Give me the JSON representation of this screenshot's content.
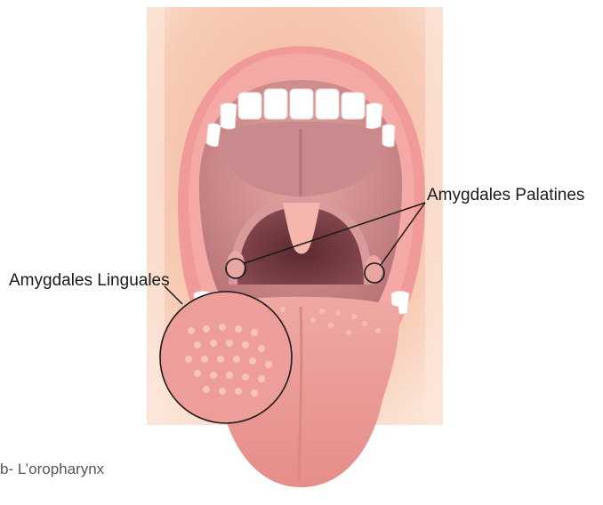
{
  "labels": {
    "palatine": "Amygdales Palatines",
    "lingual": "Amygdales Linguales"
  },
  "caption": "b- L’oropharynx",
  "colors": {
    "skin_background": "#f6cbb3",
    "lips": "#f09a9a",
    "mouth_dark": "#7a4046",
    "throat": "#c58a8a",
    "teeth": "#ffffff",
    "tongue": "#eb9b98",
    "uvula": "#f5b7ad",
    "callout_line": "#1a1a1a"
  }
}
